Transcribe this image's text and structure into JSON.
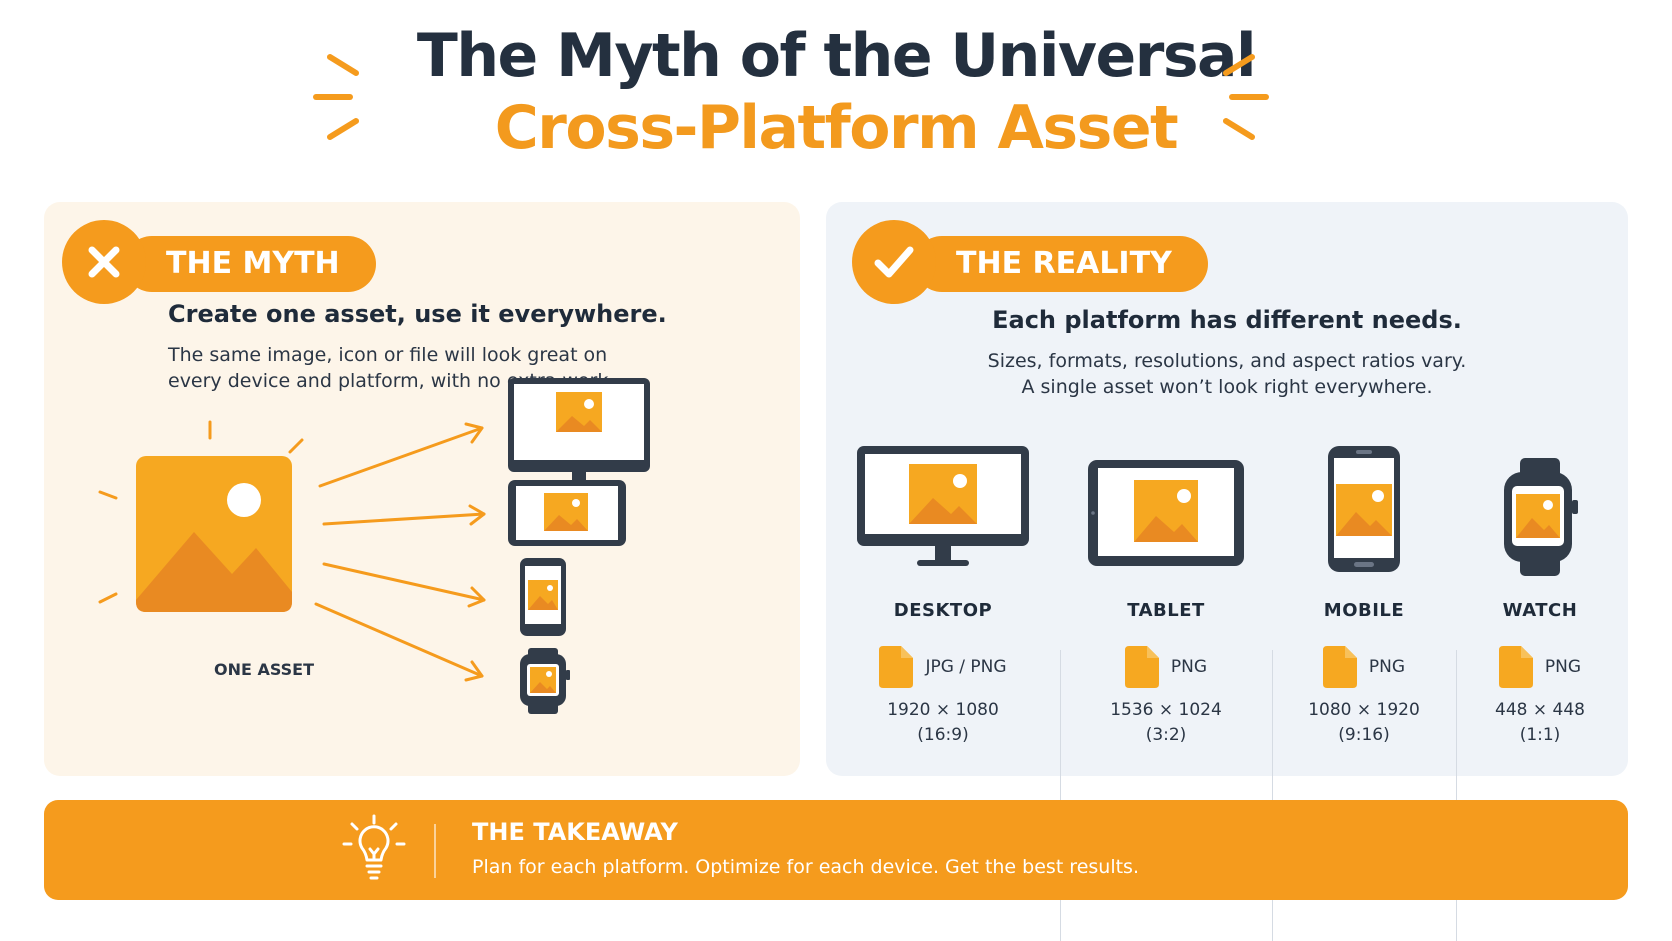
{
  "title": {
    "line1": "The Myth of the Universal",
    "line2": "Cross-Platform Asset"
  },
  "myth": {
    "badge": "THE MYTH",
    "badge_icon": "x-icon",
    "heading": "Create one asset, use it everywhere.",
    "description": "The same image, icon or file will look great on every device and platform, with no extra work.",
    "asset_label": "ONE ASSET",
    "targets": [
      "desktop",
      "tablet",
      "mobile",
      "watch"
    ]
  },
  "reality": {
    "badge": "THE REALITY",
    "badge_icon": "check-icon",
    "heading": "Each platform has different needs.",
    "description_line1": "Sizes, formats, resolutions, and aspect ratios vary.",
    "description_line2": "A single asset won’t look right everywhere.",
    "platforms": [
      {
        "name": "DESKTOP",
        "format": "JPG / PNG",
        "size": "1920 × 1080",
        "ratio": "(16:9)"
      },
      {
        "name": "TABLET",
        "format": "PNG",
        "size": "1536 × 1024",
        "ratio": "(3:2)"
      },
      {
        "name": "MOBILE",
        "format": "PNG",
        "size": "1080 × 1920",
        "ratio": "(9:16)"
      },
      {
        "name": "WATCH",
        "format": "PNG",
        "size": "448 × 448",
        "ratio": "(1:1)"
      }
    ]
  },
  "takeaway": {
    "title": "THE TAKEAWAY",
    "text": "Plan for each platform. Optimize for each device. Get the best results.",
    "icon": "lightbulb-icon"
  },
  "colors": {
    "accent": "#f59b1d",
    "accent_dark": "#e8831c",
    "navy": "#24303f",
    "myth_bg": "#fdf5e9",
    "reality_bg": "#eff3f8"
  }
}
